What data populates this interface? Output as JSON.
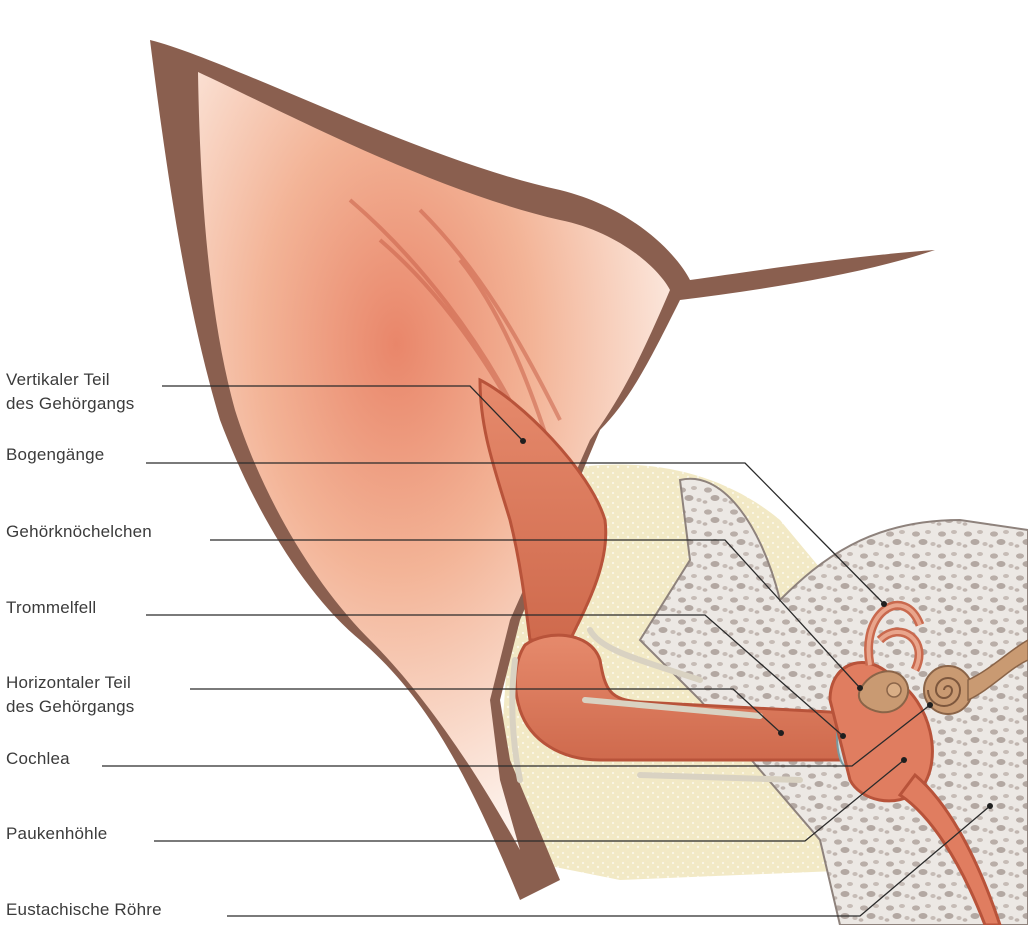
{
  "diagram": {
    "colors": {
      "fur": "#8a5f4f",
      "skin": "#f6d2bf",
      "canal": "#dc7a5c",
      "canal_dark": "#b8533a",
      "cartilage": "#efe6bf",
      "bone": "#ebe6e2",
      "bone_pore": "#b8ada7",
      "leader_line": "#2a2a2a",
      "label_text": "#3b3b3b"
    },
    "labels": [
      {
        "id": "vertical-canal",
        "lines": [
          "Vertikaler Teil",
          "des Gehörgangs"
        ]
      },
      {
        "id": "semicircular-canals",
        "lines": [
          "Bogengänge"
        ]
      },
      {
        "id": "ossicles",
        "lines": [
          "Gehörknöchelchen"
        ]
      },
      {
        "id": "eardrum",
        "lines": [
          "Trommelfell"
        ]
      },
      {
        "id": "horizontal-canal",
        "lines": [
          "Horizontaler Teil",
          "des Gehörgangs"
        ]
      },
      {
        "id": "cochlea",
        "lines": [
          "Cochlea"
        ]
      },
      {
        "id": "tympanic-cavity",
        "lines": [
          "Paukenhöhle"
        ]
      },
      {
        "id": "eustachian-tube",
        "lines": [
          "Eustachische Röhre"
        ]
      }
    ]
  }
}
